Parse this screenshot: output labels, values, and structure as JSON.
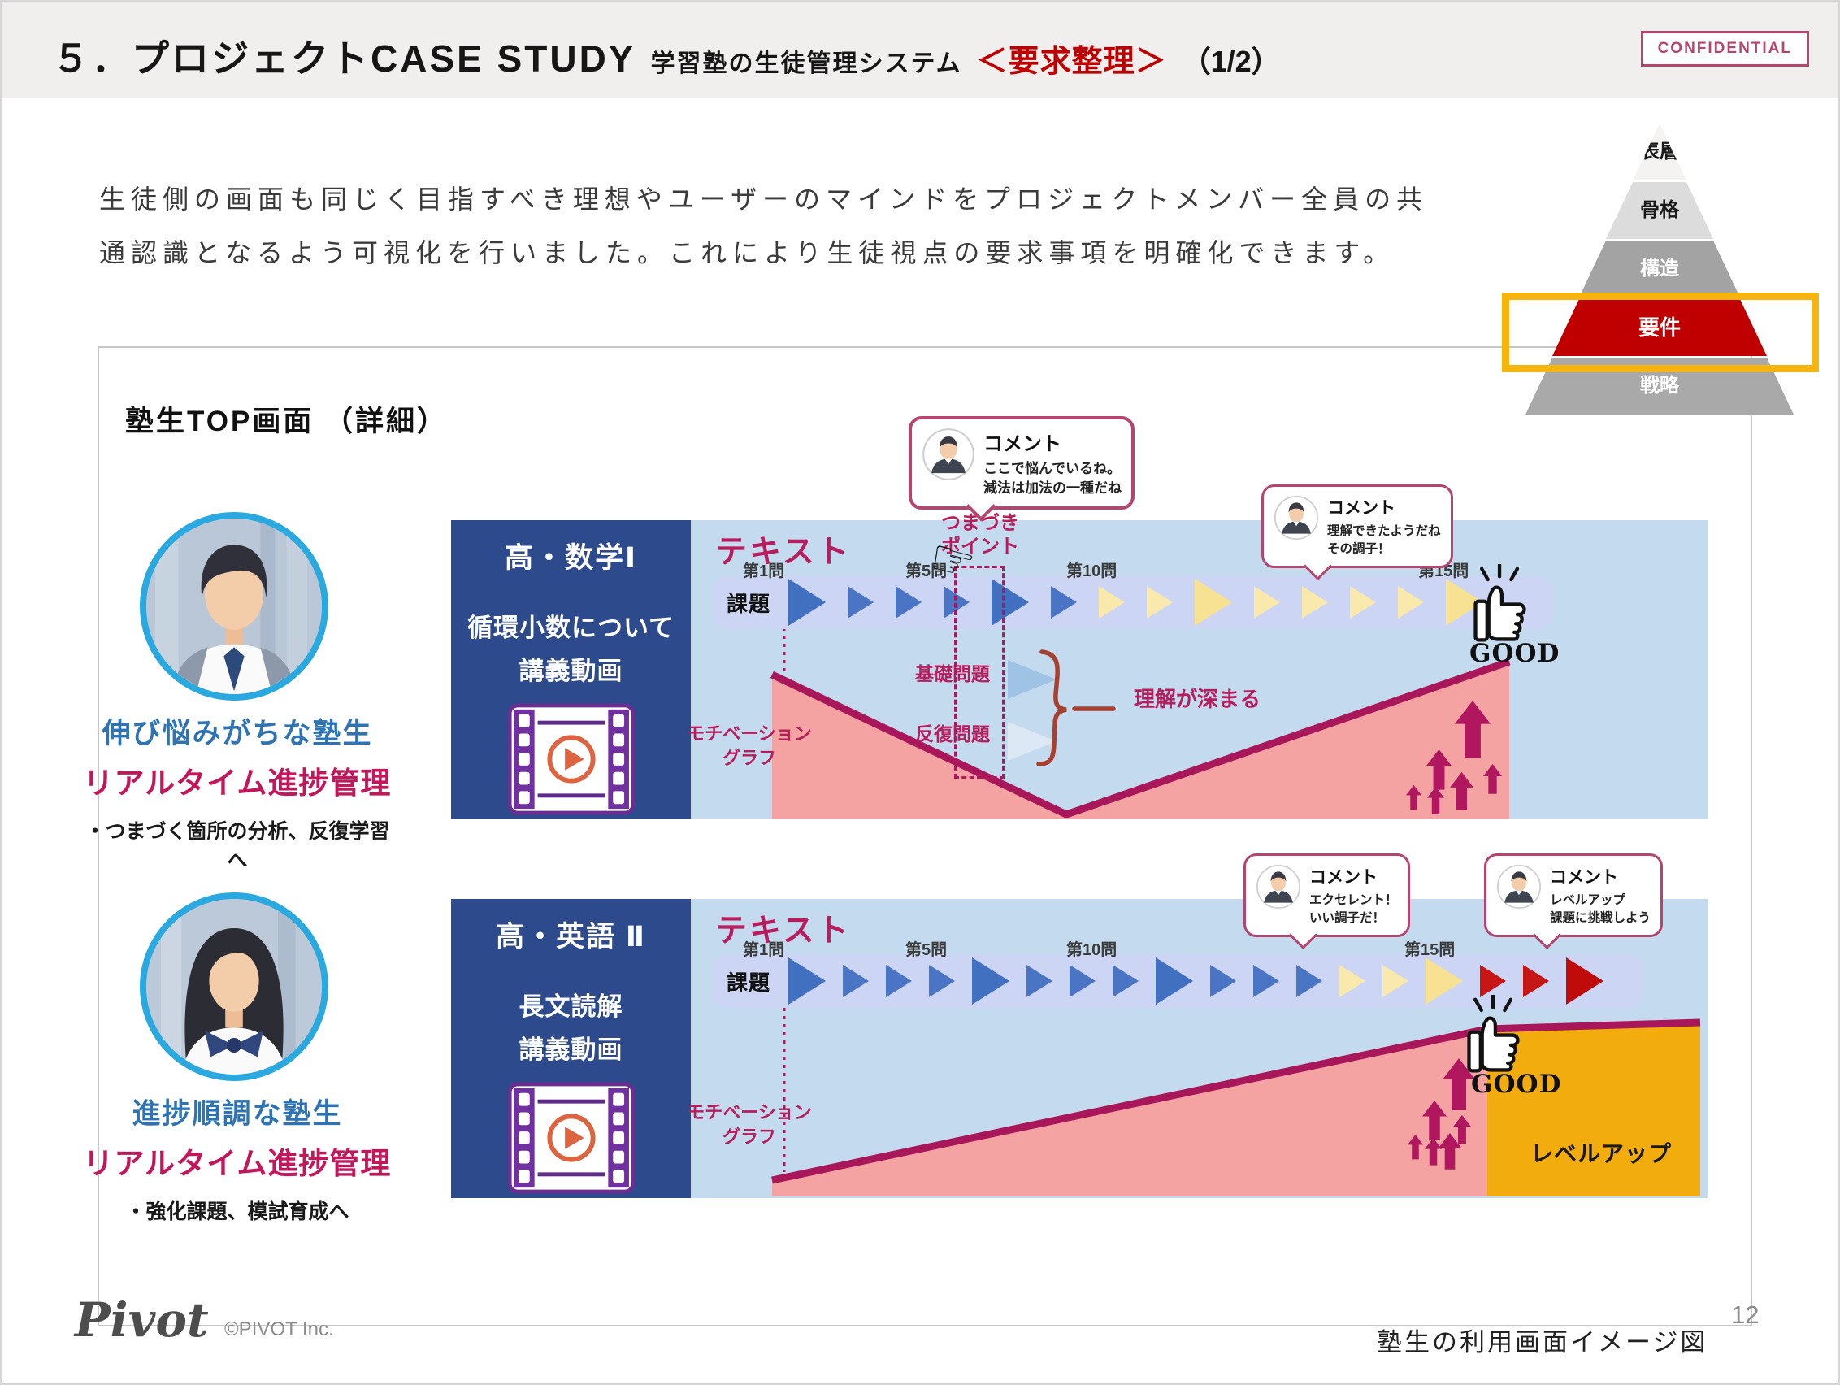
{
  "header": {
    "title": "５．プロジェクトCASE STUDY",
    "subtitle": "学習塾の生徒管理システム",
    "highlight": "＜要求整理＞",
    "pagination": "（1/2）",
    "confidential": "CONFIDENTIAL"
  },
  "intro": {
    "line1": "生徒側の画面も同じく目指すべき理想やユーザーのマインドをプロジェクトメンバー全員の共",
    "line2": "通認識となるよう可視化を行いました。これにより生徒視点の要求事項を明確化できます。"
  },
  "pyramid": {
    "layers": [
      {
        "label": "表層",
        "color": "#f4f3f2"
      },
      {
        "label": "骨格",
        "color": "#dcdcdc"
      },
      {
        "label": "構造",
        "color": "#a3a3a3"
      },
      {
        "label": "要件",
        "color": "#c00000"
      },
      {
        "label": "戦略",
        "color": "#a9a9a9"
      }
    ],
    "highlight_layer": "要件",
    "highlight_color": "#f6b40d"
  },
  "panel": {
    "heading": "塾生TOP画面 （詳細）"
  },
  "rows": [
    {
      "persona": {
        "name": "伸び悩みがちな塾生",
        "feature": "リアルタイム進捗管理",
        "note": "・つまづく箇所の分析、反復学習へ"
      },
      "course": {
        "title": "高・数学Ⅰ",
        "line1": "循環小数について",
        "line2": "講義動画"
      },
      "diagram": {
        "text_label": "テキスト",
        "task_label": "課題",
        "questions": [
          "第1問",
          "第5問",
          "第10問",
          "第15問"
        ],
        "arrow_sequence": [
          "B",
          "b",
          "b",
          "b",
          "B",
          "b",
          "y",
          "y",
          "Y",
          "y",
          "y",
          "y",
          "y",
          "Y"
        ],
        "stumble_line1": "つまづき",
        "stumble_line2": "ポイント",
        "comment1": {
          "title": "コメント",
          "line1": "ここで悩んでいるね。",
          "line2": "減法は加法の一種だね"
        },
        "comment2": {
          "title": "コメント",
          "line1": "理解できたようだね",
          "line2": "その調子！"
        },
        "motivation_line1": "モチベーション",
        "motivation_line2": "グラフ",
        "basic_label": "基礎問題",
        "repeat_label": "反復問題",
        "understand_label": "理解が深まる",
        "good_label": "GOOD"
      }
    },
    {
      "persona": {
        "name": "進捗順調な塾生",
        "feature": "リアルタイム進捗管理",
        "note": "・強化課題、模試育成へ"
      },
      "course": {
        "title": "高・英語 Ⅱ",
        "line1": "長文読解",
        "line2": "講義動画"
      },
      "diagram": {
        "text_label": "テキスト",
        "task_label": "課題",
        "questions": [
          "第1問",
          "第5問",
          "第10問",
          "第15問"
        ],
        "arrow_sequence": [
          "B",
          "b",
          "b",
          "b",
          "B",
          "b",
          "b",
          "b",
          "B",
          "b",
          "b",
          "b",
          "y",
          "y",
          "Y",
          "r",
          "r",
          "R"
        ],
        "comment1": {
          "title": "コメント",
          "line1": "エクセレント！",
          "line2": "いい調子だ！"
        },
        "comment2": {
          "title": "コメント",
          "line1": "レベルアップ",
          "line2": "課題に挑戦しよう"
        },
        "motivation_line1": "モチベーション",
        "motivation_line2": "グラフ",
        "good_label": "GOOD",
        "levelup_label": "レベルアップ"
      }
    }
  ],
  "footer": {
    "logo": "Pivot",
    "copyright": "©PIVOT Inc.",
    "caption": "塾生の利用画面イメージ図",
    "page_number": "12"
  }
}
